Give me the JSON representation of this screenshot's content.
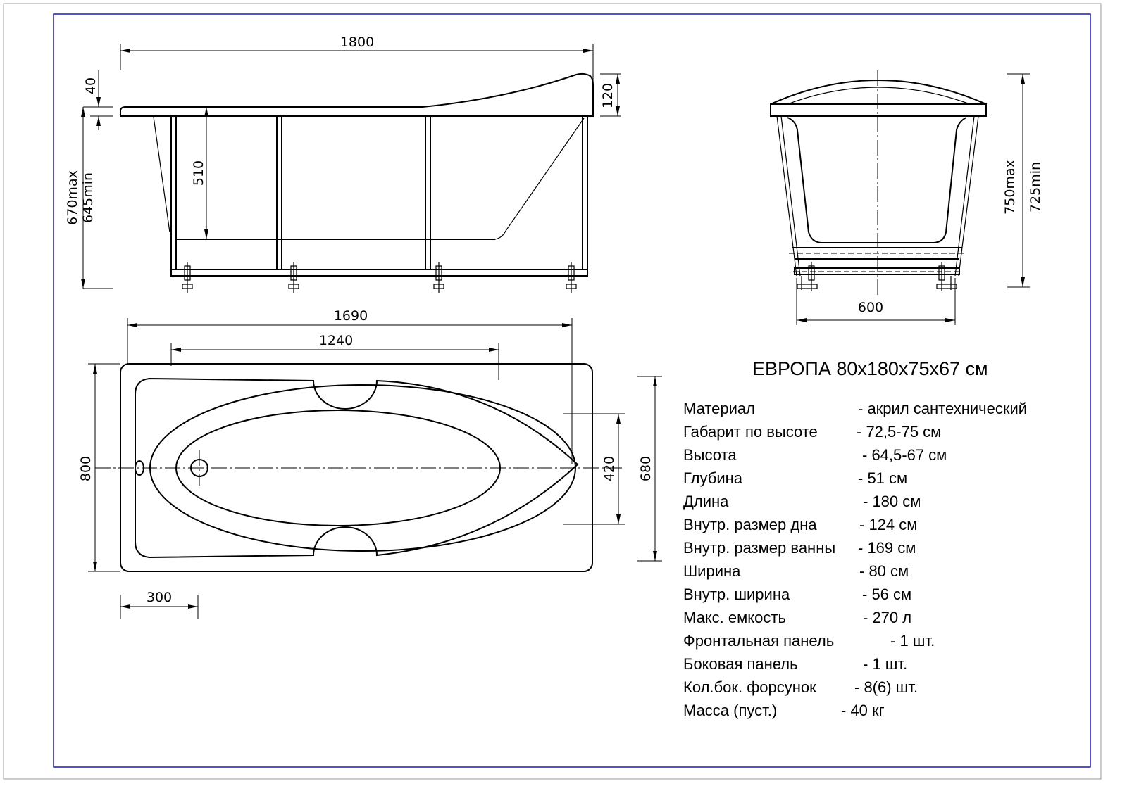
{
  "colors": {
    "frame": "#1a1ab4",
    "outer_border": "#999999",
    "line": "#000000"
  },
  "side_view": {
    "length": "1800",
    "rim_thickness": "40",
    "headrest_rise": "120",
    "height_max": "670max",
    "height_min": "645min",
    "depth": "510"
  },
  "end_view": {
    "width": "600",
    "height_max": "750max",
    "height_min": "725min"
  },
  "top_view": {
    "inner_length": "1690",
    "bottom_length": "1240",
    "width": "800",
    "bottom_width": "420",
    "inner_width": "680",
    "drain_offset": "300"
  },
  "specs": {
    "title": "ЕВРОПА  80x180x75x67 см",
    "rows": [
      {
        "label": "Материал",
        "value": "- акрил сантехнический"
      },
      {
        "label": "Габарит по высоте",
        "value": "- 72,5-75 см"
      },
      {
        "label": "Высота",
        "value": "- 64,5-67 см"
      },
      {
        "label": "Глубина",
        "value": "-  51 см"
      },
      {
        "label": "Длина",
        "value": "- 180 см"
      },
      {
        "label": "Внутр. размер дна",
        "value": "- 124 см"
      },
      {
        "label": "Внутр. размер ванны",
        "value": "- 169 см"
      },
      {
        "label": "Ширина",
        "value": "-  80 см"
      },
      {
        "label": "Внутр. ширина",
        "value": "-  56 см"
      },
      {
        "label": "Макс. емкость",
        "value": "- 270 л"
      },
      {
        "label": "Фронтальная панель",
        "value": "-    1 шт."
      },
      {
        "label": "Боковая панель",
        "value": "-    1 шт."
      },
      {
        "label": "Кол.бок. форсунок",
        "value": "-   8(6) шт."
      },
      {
        "label": "Масса (пуст.)",
        "value": "-   40 кг"
      }
    ]
  }
}
